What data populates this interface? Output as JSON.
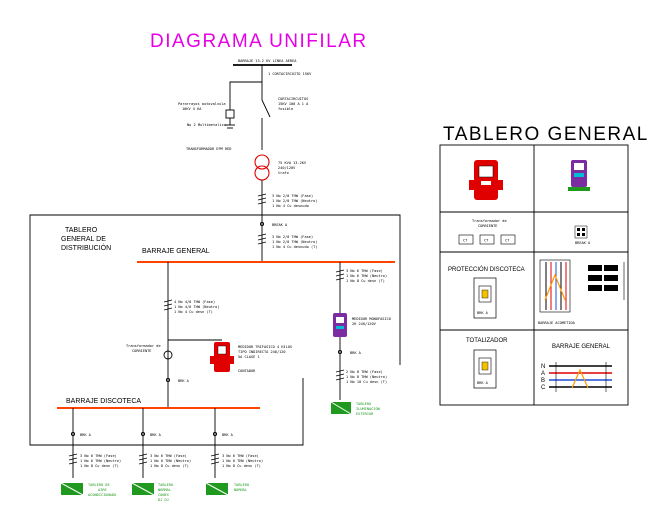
{
  "title": "DIAGRAMA  UNIFILAR",
  "panel_title": "TABLERO  GENERAL",
  "colors": {
    "title": "#e600e6",
    "busbar": "#ff4400",
    "green": "#1f9a1f",
    "device_red": "#e00000",
    "device_purple": "#7a2ca0",
    "cyan": "#00bcd4"
  },
  "labels": {
    "tablero": [
      "TABLERO",
      "GENERAL  DE",
      "DISTRIBUCIÓN"
    ],
    "barraje_general": "BARRAJE GENERAL",
    "barraje_discoteca": "BARRAJE DISCOTECA",
    "transformador_epm": "TRANSFORMADOR EPM RED",
    "transformador_corriente": "Transformador de",
    "transformador_corriente_2": "CORRIENTE",
    "tablero_iluminacion": [
      "TABLERO",
      "ILUMINACIÓN",
      "EXTERIOR"
    ],
    "tablero_1": [
      "TABLERO DE",
      "AIRE",
      "ACONDICIONADO"
    ],
    "tablero_2": [
      "TABLERO",
      "NORMAL",
      "CONEX",
      "DJ DJ"
    ],
    "tablero_3": [
      "TABLERO",
      "NORMAL"
    ],
    "breaker": "BREAK A",
    "breaker_short": "BRK A"
  },
  "grid": {
    "transformadores": "Transformador de",
    "transformadores_2": "CORRIENTE",
    "ct_labels": [
      "CT",
      "CT",
      "CT"
    ],
    "proteccion": "PROTECCIÓN DISCOTECA",
    "totalizador": "TOTALIZADOR",
    "barraje_general": "BARRAJE GENERAL",
    "barraje_letters": [
      "N",
      "A",
      "B",
      "C"
    ],
    "breaker_caption": "BREAK A",
    "barraje_caption": "BARRAJE ACOMETIDA"
  }
}
